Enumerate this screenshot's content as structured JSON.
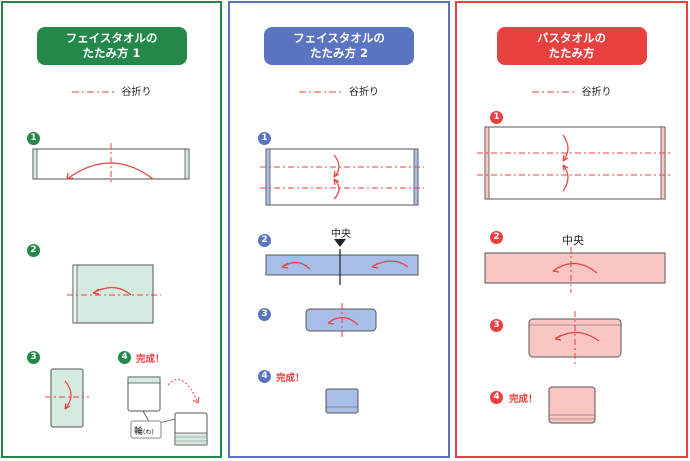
{
  "panels": [
    {
      "title_line1": "フェイスタオルの",
      "title_line2": "たたみ方 1",
      "legend": "谷折り",
      "steps": [
        "1",
        "2",
        "3",
        "4"
      ],
      "done": "完成！",
      "wa_label": "輪",
      "wa_reading": "(わ)"
    },
    {
      "title_line1": "フェイスタオルの",
      "title_line2": "たたみ方 2",
      "legend": "谷折り",
      "steps": [
        "1",
        "2",
        "3",
        "4"
      ],
      "center_label": "中央",
      "done": "完成！"
    },
    {
      "title_line1": "バスタオルの",
      "title_line2": "たたみ方",
      "legend": "谷折り",
      "steps": [
        "1",
        "2",
        "3",
        "4"
      ],
      "center_label": "中央",
      "done": "完成！"
    }
  ],
  "colors": {
    "green": "#23884a",
    "blue": "#5a74c2",
    "red": "#e8403f",
    "towel_green": "#d6ebdf",
    "towel_blue": "#a9bde9",
    "towel_pink": "#f9c6c4",
    "fold_line": "#e8403f"
  },
  "icons": [
    "fold-arrow-icon",
    "down-triangle-icon",
    "dotted-arrow-icon"
  ]
}
